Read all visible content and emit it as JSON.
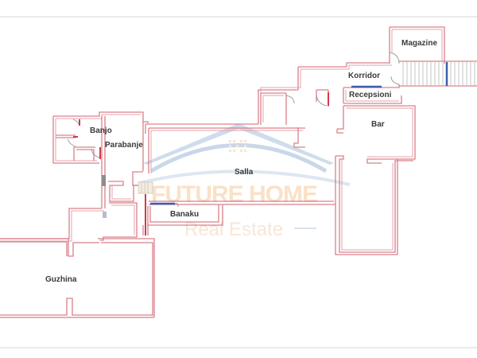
{
  "watermark": {
    "brand": "FUTURE HOME",
    "sub": "Real Estate",
    "logo_icon": "house-roof-logo-icon",
    "colors": {
      "roof": "#9fb8d8",
      "text": "#f6c99a"
    }
  },
  "rooms": [
    {
      "id": "magazine",
      "label": "Magazine"
    },
    {
      "id": "korridor",
      "label": "Korridor"
    },
    {
      "id": "recepsioni",
      "label": "Recepsioni"
    },
    {
      "id": "bar",
      "label": "Bar"
    },
    {
      "id": "banjo",
      "label": "Banjo"
    },
    {
      "id": "parabanje",
      "label": "Parabanje"
    },
    {
      "id": "salla",
      "label": "Salla"
    },
    {
      "id": "banaku",
      "label": "Banaku"
    },
    {
      "id": "guzhina",
      "label": "Guzhina"
    }
  ],
  "colors": {
    "wall": "#d9808a",
    "window": "#3a5fb0",
    "door_leaf": "#d23a4a",
    "label": "#3a3a3a"
  }
}
